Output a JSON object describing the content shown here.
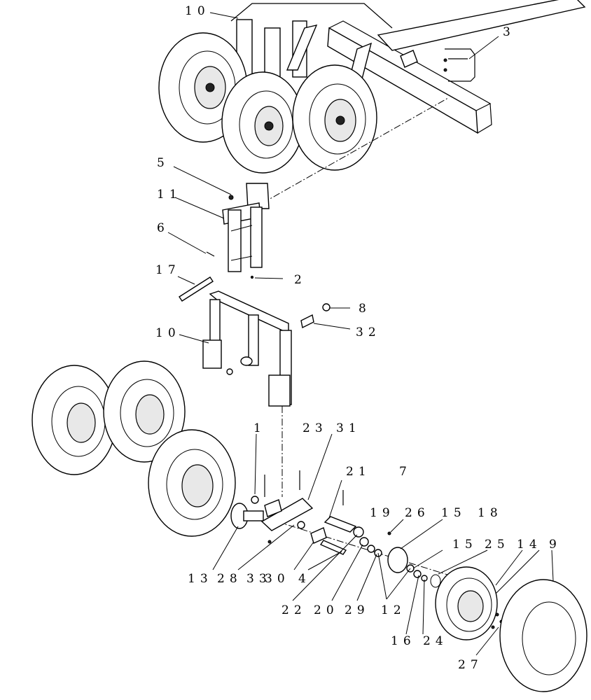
{
  "callouts": {
    "c10_top": "10",
    "c3": "3",
    "c5": "5",
    "c11": "11",
    "c6": "6",
    "c17": "17",
    "c2": "2",
    "c8": "8",
    "c32": "32",
    "c10_mid": "10",
    "c1": "1",
    "c23": "23",
    "c31": "31",
    "c21": "21",
    "c7": "7",
    "c19": "19",
    "c26": "26",
    "c15a": "15",
    "c18": "18",
    "c15b": "15",
    "c25": "25",
    "c14": "14",
    "c9": "9",
    "c13": "13",
    "c28": "28",
    "c33": "33",
    "c30": "30",
    "c4": "4",
    "c22": "22",
    "c20": "20",
    "c29": "29",
    "c12": "12",
    "c16": "16",
    "c24": "24",
    "c27": "27"
  }
}
